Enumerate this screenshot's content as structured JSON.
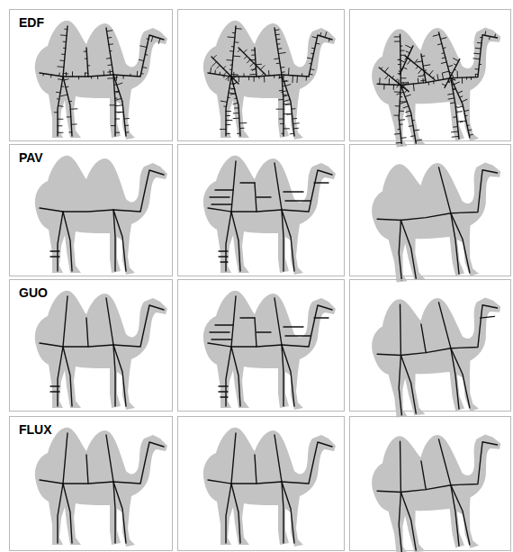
{
  "diagram": {
    "nodes": [
      {
        "text": [
          "EDF"
        ]
      },
      {
        "text": [
          "PAV"
        ]
      },
      {
        "text": [
          "GUO"
        ]
      },
      {
        "text": [
          "FLUX"
        ]
      }
    ]
  }
}
